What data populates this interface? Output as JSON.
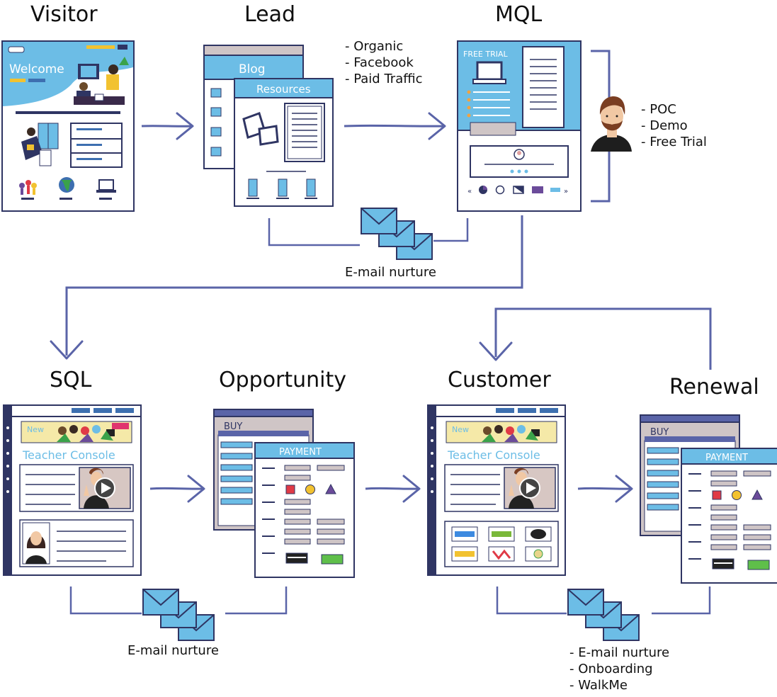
{
  "stages": {
    "visitor": {
      "title": "Visitor",
      "banner": "Welcome"
    },
    "lead": {
      "title": "Lead",
      "blog_label": "Blog",
      "resources_label": "Resources",
      "channels": [
        "- Organic",
        "- Facebook",
        "- Paid Traffic"
      ]
    },
    "mql": {
      "title": "MQL",
      "free_trial_label": "FREE TRIAL",
      "sales_actions": [
        "- POC",
        "- Demo",
        "- Free Trial"
      ]
    },
    "sql": {
      "title": "SQL",
      "new_badge": "New",
      "console_title": "Teacher Console"
    },
    "opportunity": {
      "title": "Opportunity",
      "buy_label": "BUY",
      "payment_label": "PAYMENT"
    },
    "customer": {
      "title": "Customer",
      "new_badge": "New",
      "console_title": "Teacher Console",
      "post_sale": [
        "- E-mail nurture",
        "- Onboarding",
        "- WalkMe"
      ]
    },
    "renewal": {
      "title": "Renewal",
      "buy_label": "BUY",
      "payment_label": "PAYMENT"
    }
  },
  "nurture": {
    "top_caption": "E-mail nurture",
    "bottom_left_caption": "E-mail nurture"
  },
  "colors": {
    "accent_blue": "#6cbde6",
    "outline_navy": "#2f3563",
    "arrow_blue": "#5a64a8",
    "paper": "#ffffff",
    "beige": "#cfc5c6",
    "red": "#e03a46",
    "yellow": "#f2c230",
    "purple": "#6b4b9a",
    "green": "#5fbf4a"
  },
  "icons": [
    "envelope-stack-icon",
    "person-avatar-icon",
    "play-icon",
    "globe-icon",
    "laptop-icon"
  ]
}
